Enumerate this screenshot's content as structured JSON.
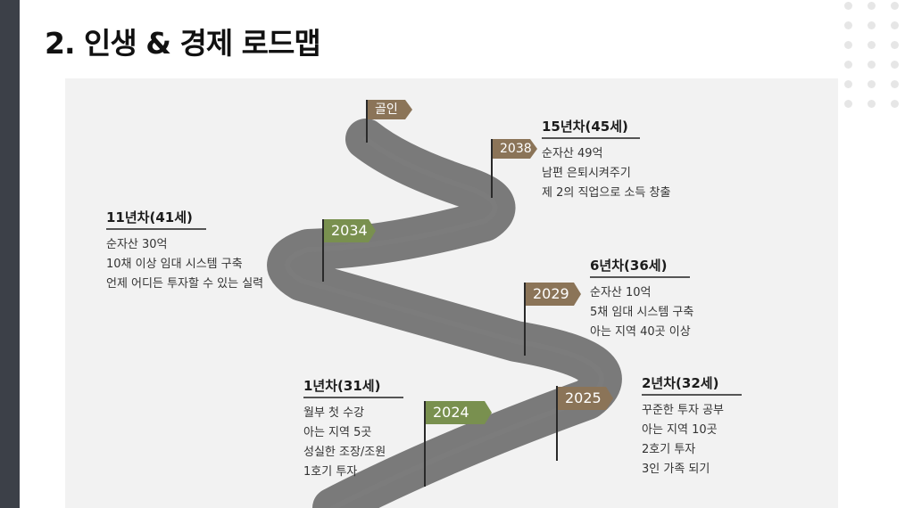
{
  "title": "2. 인생 & 경제 로드맵",
  "colors": {
    "road": "#7a7a7a",
    "flag_brown": "#8b7458",
    "flag_green": "#79904f",
    "panel_bg": "#f2f2f2",
    "sidebar": "#3c4048"
  },
  "flags": {
    "goal": "골인",
    "y2038": "2038",
    "y2034": "2034",
    "y2029": "2029",
    "y2025": "2025",
    "y2024": "2024"
  },
  "milestones": {
    "m15": {
      "title": "15년차(45세)",
      "lines": [
        "순자산 49억",
        "남편 은퇴시켜주기",
        "제 2의 직업으로 소득 창출"
      ]
    },
    "m11": {
      "title": "11년차(41세)",
      "lines": [
        "순자산 30억",
        "10채 이상 임대 시스템 구축",
        "언제 어디든 투자할 수 있는 실력"
      ]
    },
    "m6": {
      "title": "6년차(36세)",
      "lines": [
        "순자산 10억",
        "5채 임대 시스템 구축",
        "아는 지역 40곳 이상"
      ]
    },
    "m2": {
      "title": "2년차(32세)",
      "lines": [
        "꾸준한 투자 공부",
        "아는 지역 10곳",
        "2호기 투자",
        "3인 가족 되기"
      ]
    },
    "m1": {
      "title": "1년차(31세)",
      "lines": [
        "월부 첫 수강",
        "아는 지역 5곳",
        "성실한 조장/조원",
        "1호기 투자"
      ]
    }
  }
}
